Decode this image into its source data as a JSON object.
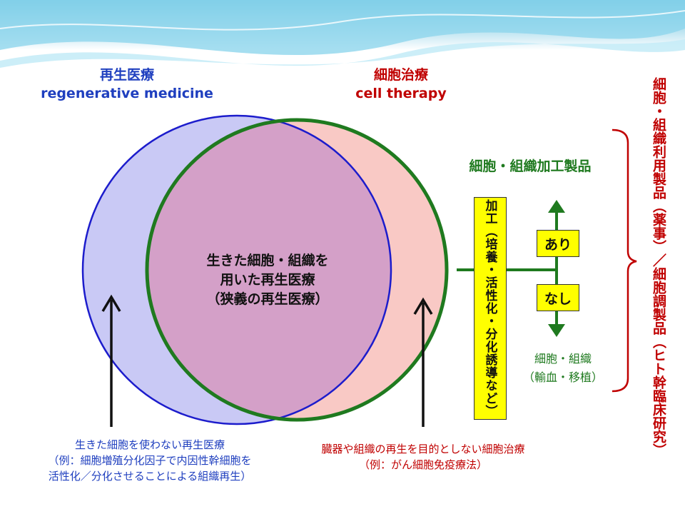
{
  "header": {
    "regen_jp": "再生医療",
    "regen_en": "regenerative medicine",
    "cell_jp": "細胞治療",
    "cell_en": "cell therapy"
  },
  "center": {
    "line1": "生きた細胞・組織を",
    "line2": "用いた再生医療",
    "line3": "（狭義の再生医療）"
  },
  "processed_products": "細胞・組織加工製品",
  "processing_box": "加工（培養・活性化・分化誘導など）",
  "yes_box": "あり",
  "no_box": "なし",
  "transfusion": {
    "line1": "細胞・組織",
    "line2": "（輸血・移植）"
  },
  "left_note": {
    "line1": "生きた細胞を使わない再生医療",
    "line2": "（例：細胞増殖分化因子で内因性幹細胞を",
    "line3": "活性化／分化させることによる組織再生）"
  },
  "right_note": {
    "line1": "臓器や組織の再生を目的としない細胞治療",
    "line2": "（例：がん細胞免疫療法）"
  },
  "side_label": "細胞・組織利用製品（薬事）／細胞調製品（ヒト幹臨床研究）",
  "colors": {
    "blue_circle_fill": "#c9c9f5",
    "blue_circle_stroke": "#1c1ccc",
    "red_circle_fill": "#f9c9c5",
    "green_circle_stroke": "#1f7a1f",
    "overlap_fill": "#d4a0c8",
    "header_wave": "#7fd3ea"
  }
}
